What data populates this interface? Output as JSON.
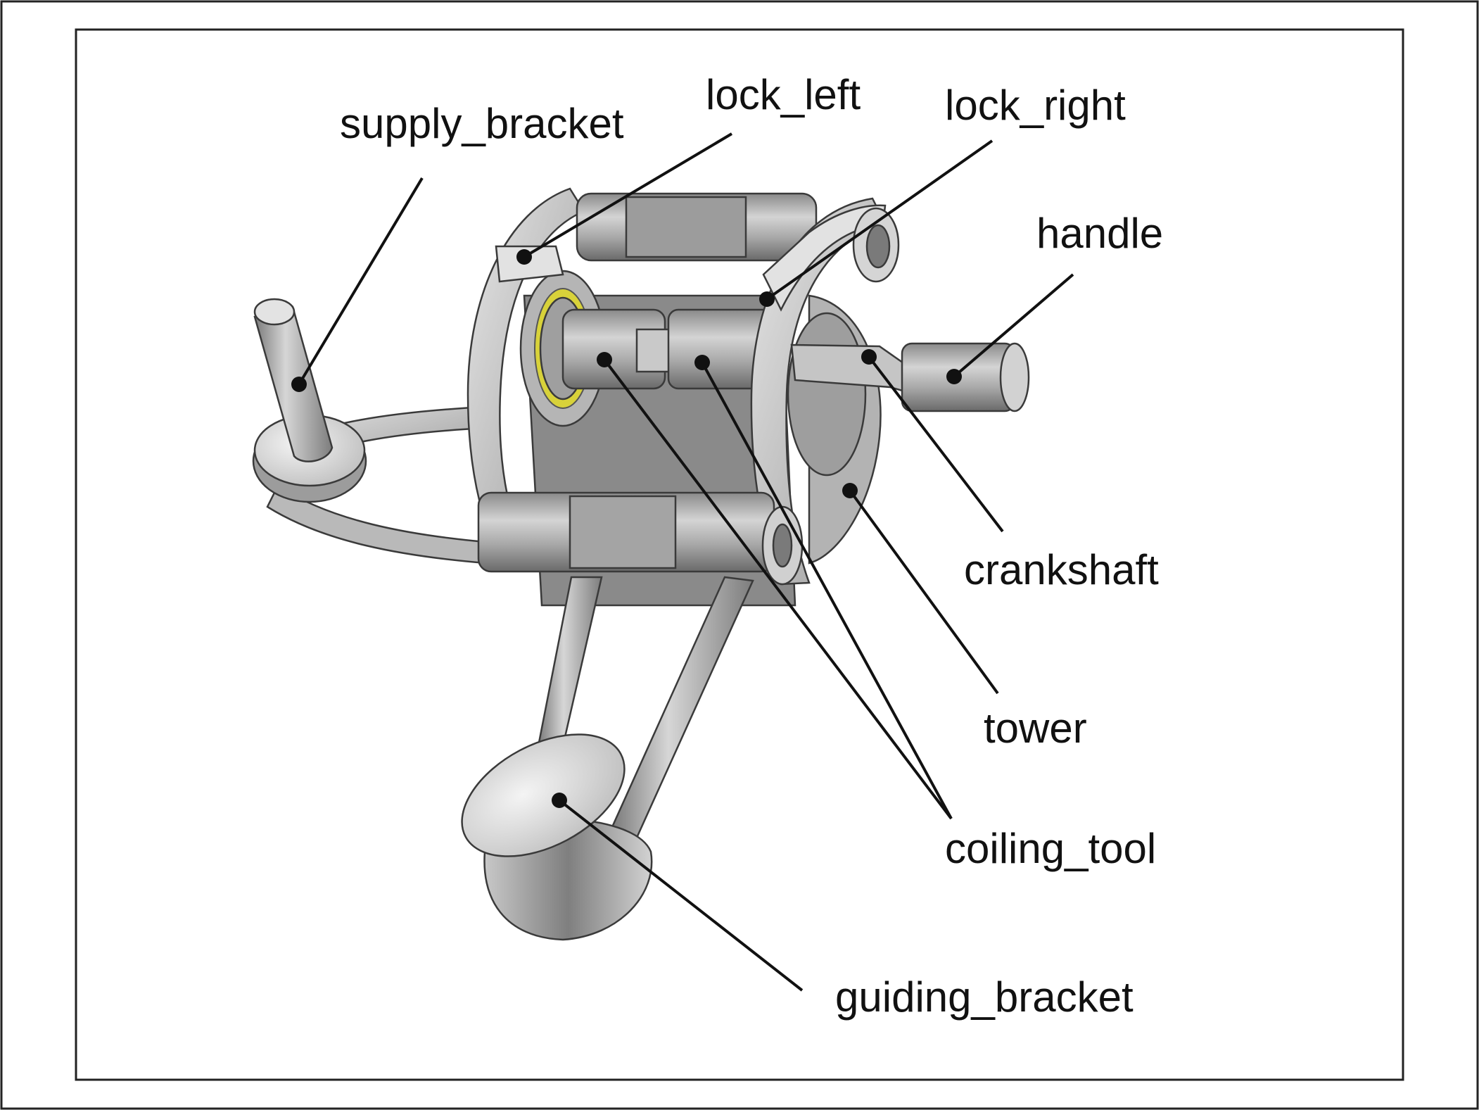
{
  "labels": {
    "supply_bracket": "supply_bracket",
    "lock_left": "lock_left",
    "lock_right": "lock_right",
    "handle": "handle",
    "crankshaft": "crankshaft",
    "tower": "tower",
    "coiling_tool": "coiling_tool",
    "guiding_bracket": "guiding_bracket"
  },
  "colors": {
    "frame": "#222222",
    "text": "#111111",
    "metal_light": "#d9d9d9",
    "metal_mid": "#a6a6a6",
    "metal_dark": "#6e6e6e",
    "bearing_accent": "#d8d23a"
  }
}
